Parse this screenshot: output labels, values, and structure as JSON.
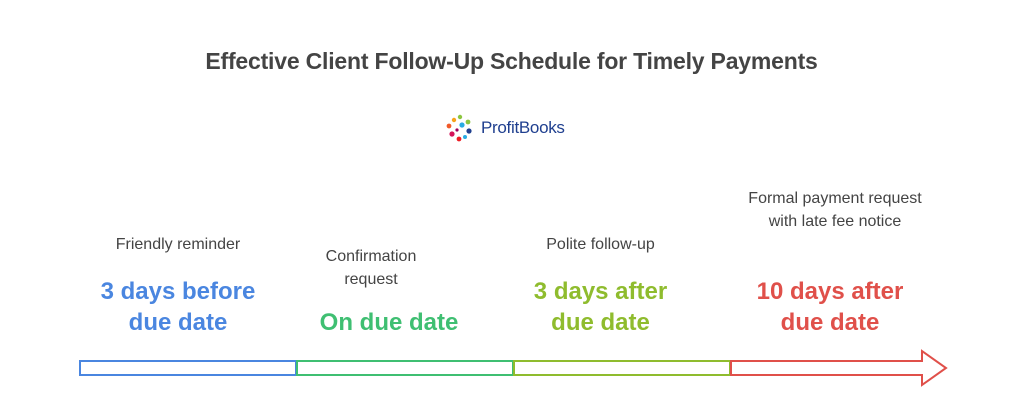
{
  "title": "Effective Client Follow-Up Schedule for Timely Payments",
  "logo": {
    "text": "ProfitBooks",
    "icon": "profitbooks-dots-logo",
    "text_color": "#1f3f8f"
  },
  "steps": [
    {
      "label": "Friendly reminder",
      "value": "3 days before due date",
      "color": "#4a86e0"
    },
    {
      "label": "Confirmation request",
      "value": "On due date",
      "color": "#3fbf72"
    },
    {
      "label": "Polite follow-up",
      "value": "3 days after due date",
      "color": "#8fbc2e"
    },
    {
      "label": "Formal payment request with late fee notice",
      "value": "10 days after due date",
      "color": "#e0504a"
    }
  ],
  "text_color": "#444444"
}
